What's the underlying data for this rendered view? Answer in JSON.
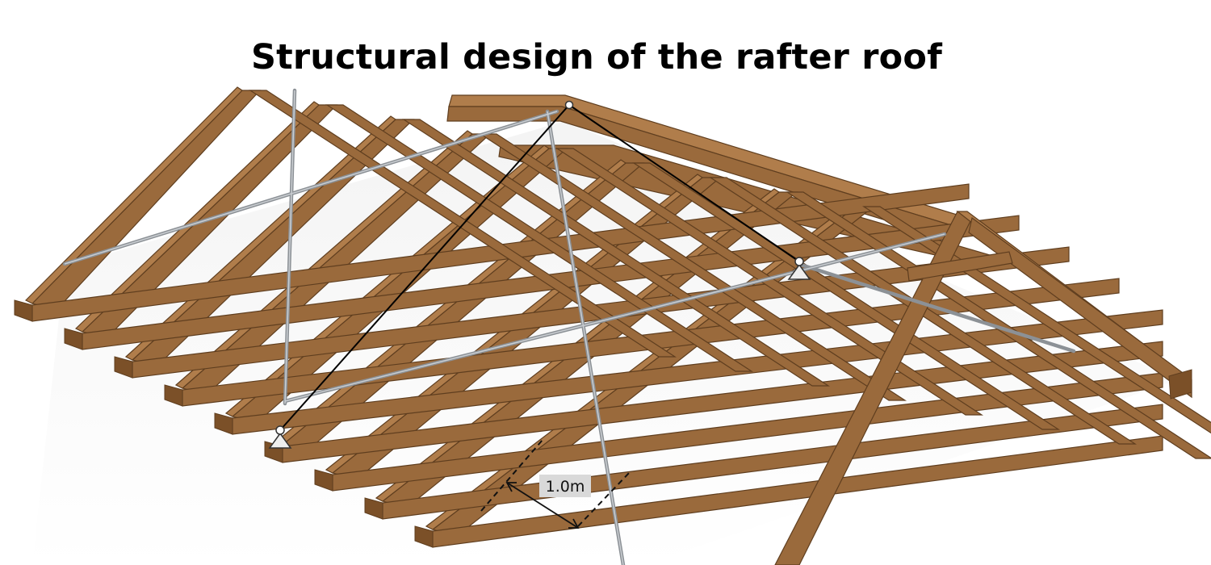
{
  "title": "Structural design of the rafter roof",
  "dimension": {
    "label": "1.0m"
  },
  "colors": {
    "timber": "#9a6a3c",
    "timber_dark": "#5f3e1f",
    "steel_brace": "#8c9196",
    "model_line": "#000000",
    "support": "#eeeeee"
  },
  "structure": {
    "rafter_pairs": 9,
    "supports": [
      "pinned-support",
      "pinned-support"
    ],
    "bracing": "diagonal steel wind bracing"
  }
}
